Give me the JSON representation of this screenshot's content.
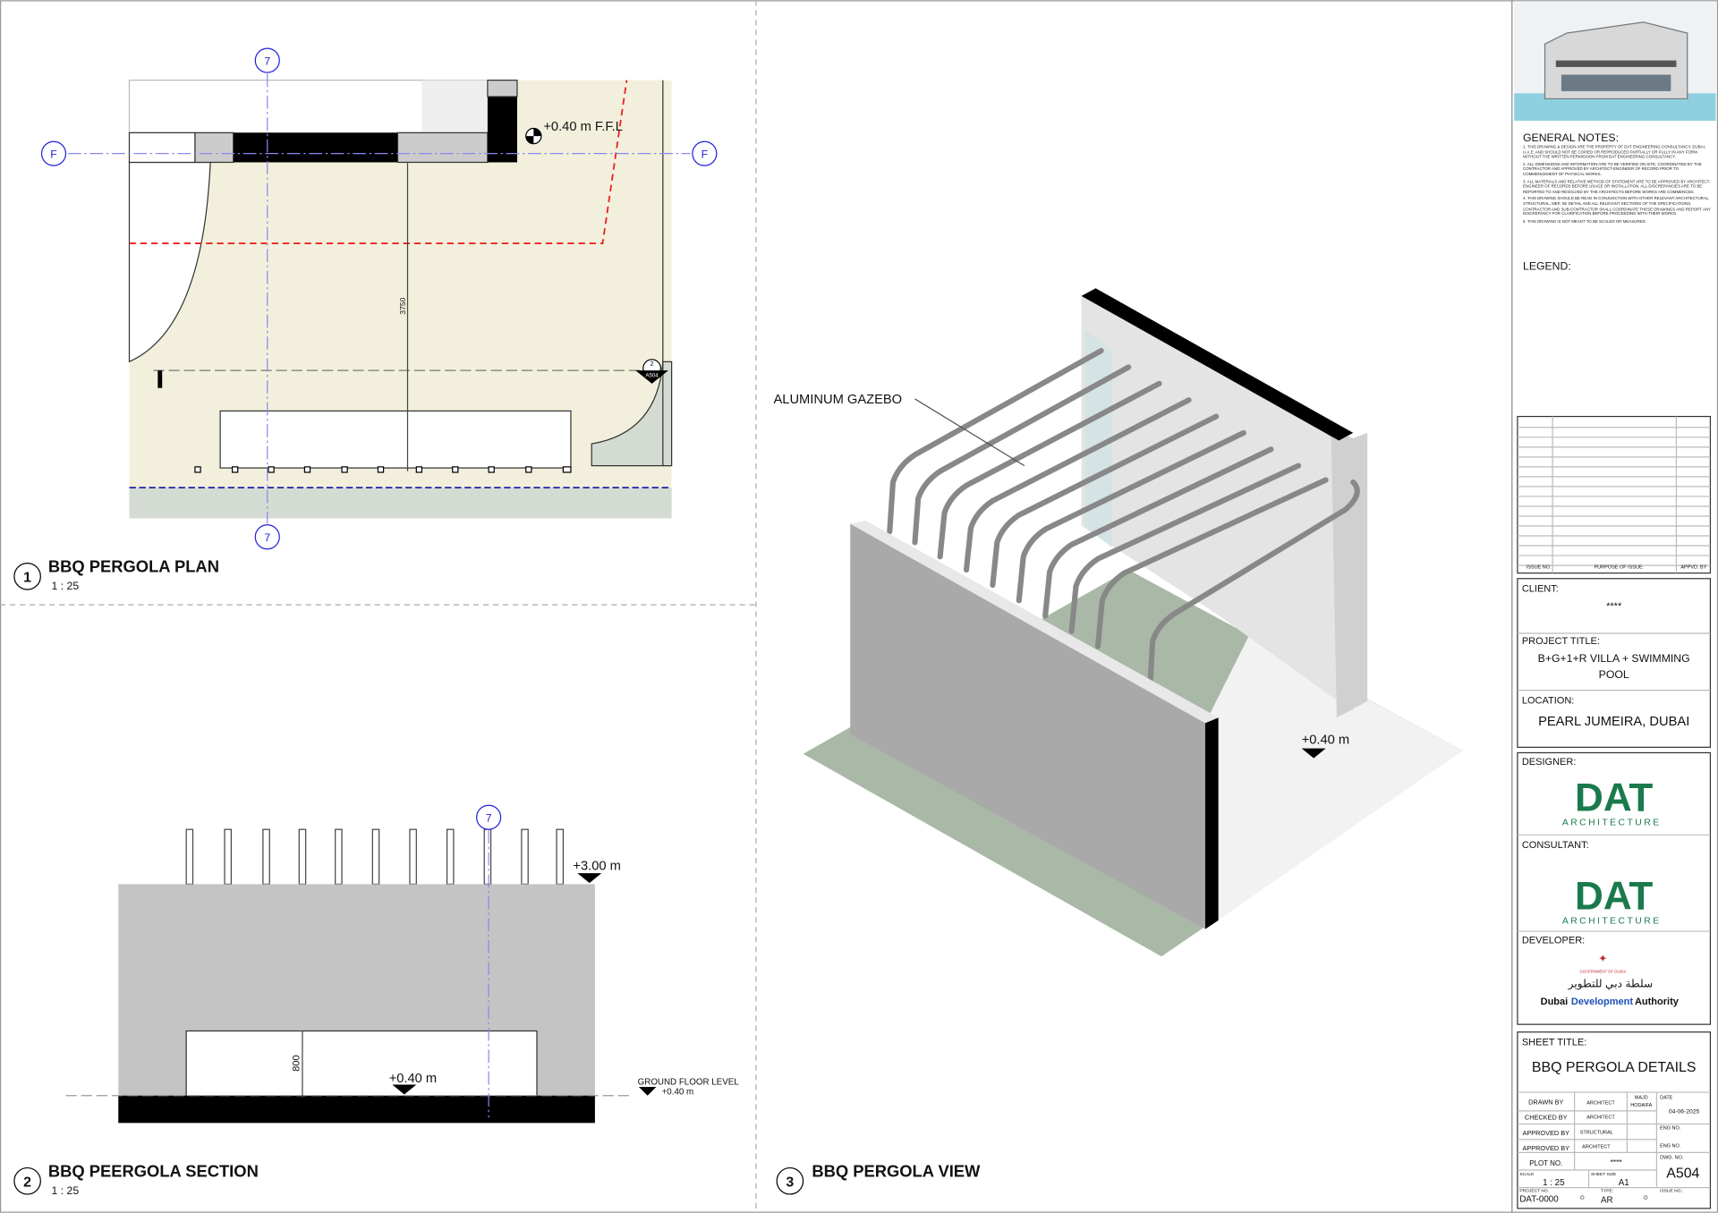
{
  "views": [
    {
      "number": "1",
      "title": "BBQ PERGOLA PLAN",
      "scale": "1 : 25"
    },
    {
      "number": "2",
      "title": "BBQ PEERGOLA SECTION",
      "scale": "1 : 25"
    },
    {
      "number": "3",
      "title": "BBQ PERGOLA VIEW"
    }
  ],
  "plan": {
    "grid_7": "7",
    "grid_f": "F",
    "level": "+0.40 m F.F.L",
    "dimension": "3750",
    "section_mark_no": "2",
    "section_mark_sheet": "A504"
  },
  "section": {
    "grid_7": "7",
    "top_level": "+3.00 m",
    "floor_level": "+0.40 m",
    "dimension": "800",
    "ground_label": "GROUND FLOOR  LEVEL",
    "ground_level": "+0.40 m"
  },
  "view3d": {
    "callout": "ALUMINUM GAZEBO",
    "level": "+0.40 m"
  },
  "titleblock": {
    "general_notes_heading": "GENERAL NOTES:",
    "notes": [
      "1.  THIS DRAWING & DESIGN ARE THE PROPERTY OF DAT ENGINEERING CONSULTANCY, DUBAI, U.A.E. AND SHOULD NOT BE COPIED OR REPRODUCED PARTIALLY OR FULLY IN ANY FORM WITHOUT THE WRITTEN PERMISSION FROM DAT ENGINEERING CONSULTANCY.",
      "2.  ALL DIMENSIONS AND INFORMATION ARE TO BE VERIFIED ON SITE, COORDINATED BY THE CONTRACTOR AND APPROVED BY ARCHITECT-ENGINEER OF RECORD PRIOR TO COMMENCEMENT OF PHYSICAL WORKS.",
      "3.  ALL MATERIALS AND RELATIVE METHOD OF STATEMENT ARE TO BE APPROVED BY ARCHITECT-ENGINEER OF RECORDS BEFORE USAGE OR INSTALLATION. ALL DISCREPANCIES ARE TO BE REPORTED TO AND RESOLVED BY THE ARCHITECTS BEFORE WORKS ARE COMMENCED.",
      "4.  THIS DRAWING SHOULD BE READ IN CONJUNCTION WITH OTHER RELEVANT ARCHITECTURAL, STRUCTURAL, MEP, SE DETAIL AND ALL RELEVANT SECTIONS OF THE SPECIFICATIONS, CONTRACTOR AND SUB-CONTRACTOR SHALL COORDINATE THESE DRAWINGS AND REPORT ANY DISCREPANCY FOR CLARIFICATION BEFORE PROCEEDING WITH THEIR WORKS.",
      "5.  THIS DRAWING IS NOT MEANT TO BE SCALED OR MEASURED."
    ],
    "legend_heading": "LEGEND:",
    "issue_headers": [
      "ISSUE NO.",
      "PURPOSE OF ISSUE",
      "APPVD. BY"
    ],
    "client_label": "CLIENT:",
    "client": "****",
    "project_title_label": "PROJECT TITLE:",
    "project_title_1": "B+G+1+R VILLA + SWIMMING",
    "project_title_2": "POOL",
    "location_label": "LOCATION:",
    "location": "PEARL JUMEIRA, DUBAI",
    "designer_label": "DESIGNER:",
    "consultant_label": "CONSULTANT:",
    "logo_text": "DAT",
    "logo_sub": "ARCHITECTURE",
    "developer_label": "DEVELOPER:",
    "developer_gov": "GOVERNMENT OF DUBAI",
    "developer_arabic": "سلطة دبي للتطوير",
    "developer_en_1": "Dubai",
    "developer_en_2": "Development",
    "developer_en_3": "Authority",
    "sheet_title_label": "SHEET TITLE:",
    "sheet_title": "BBQ PERGOLA DETAILS",
    "drawn_by": "DRAWN BY",
    "drawn_by_val": "ARCHITECT",
    "drawn_name_1": "MAJD",
    "drawn_name_2": "HODAIFA",
    "checked_by": "CHECKED BY",
    "checked_by_val": "ARCHITECT",
    "approved_by": "APPROVED BY",
    "approved_by_val1": "STRUCTURAL",
    "approved_by_val2": "ARCHITECT",
    "plot_no": "PLOT NO.",
    "plot_no_val": "****",
    "date_label": "DATE",
    "date": "04-06-2025",
    "eng_no": "ENG NO.",
    "dwg_no_label": "DWG. NO.",
    "dwg_no": "A504",
    "scale_label": "SCALE",
    "scale": "1 : 25",
    "sheet_size_label": "SHEET SIZE",
    "sheet_size": "A1",
    "project_no_label": "PROJECT NO.",
    "project_no": "DAT-0000",
    "type_label": "TYPE:",
    "type": "AR",
    "issue_no_label": "ISSUE NO.:"
  },
  "colors": {
    "grid": "#2222dd",
    "red_line": "#ee2222",
    "plan_fill": "#f2f0dc",
    "logo_green": "#1a7a4c",
    "dda_blue": "#1d4fb8"
  }
}
